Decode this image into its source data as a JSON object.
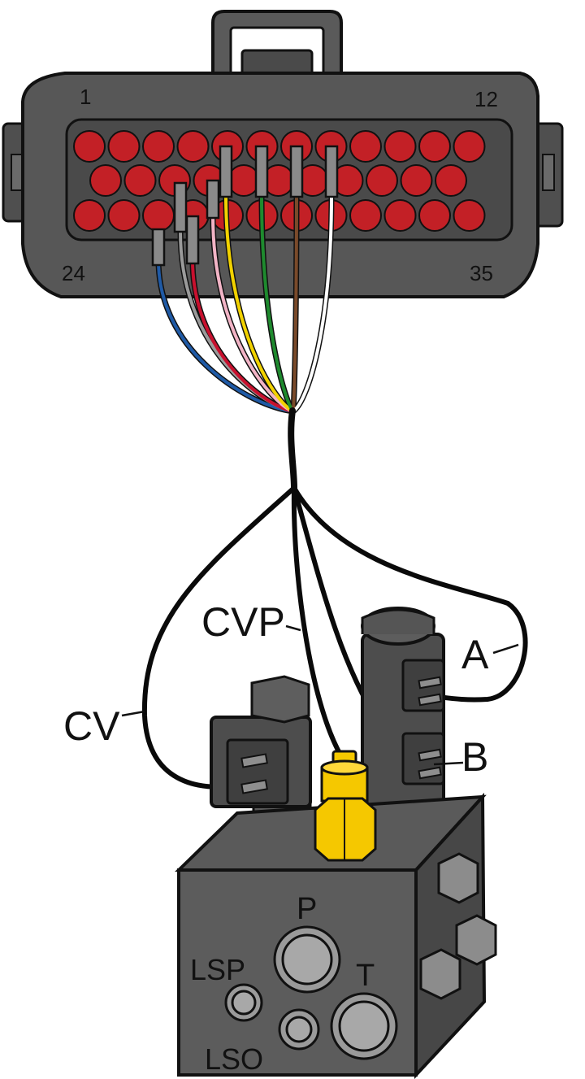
{
  "connector": {
    "pin_labels": [
      "1",
      "12",
      "24",
      "35"
    ],
    "pin_color": "#c32026",
    "housing_color": "#545454"
  },
  "wire_colors": {
    "blue": "#1f5aa6",
    "gray": "#9a9a9a",
    "red": "#c8102e",
    "pink": "#f2b4c6",
    "yellow": "#f2d200",
    "green": "#1e8a2e",
    "brown": "#7a4a2a",
    "white": "#ffffff"
  },
  "labels": {
    "cvp": "CVP",
    "a": "A",
    "cv": "CV",
    "b": "B"
  },
  "valve_block": {
    "ports": [
      "P",
      "LSP",
      "T",
      "LSO"
    ],
    "sensor_color": "#f5c800"
  }
}
